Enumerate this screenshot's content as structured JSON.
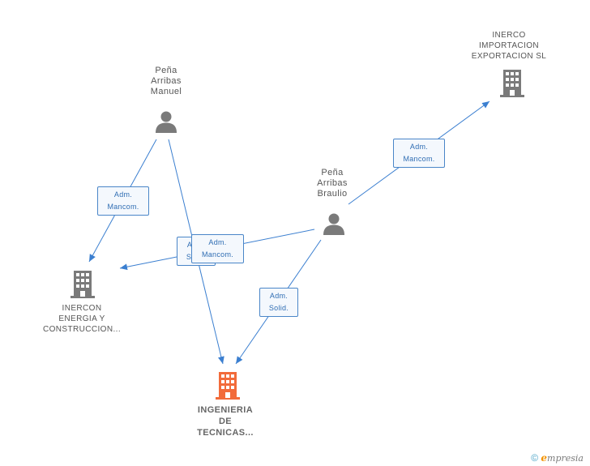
{
  "nodes": {
    "manuel": {
      "lines": [
        "Peña",
        "Arribas",
        "Manuel"
      ],
      "type": "person"
    },
    "braulio": {
      "lines": [
        "Peña",
        "Arribas",
        "Braulio"
      ],
      "type": "person"
    },
    "inerco_import": {
      "lines": [
        "INERCO",
        "IMPORTACION",
        "EXPORTACION SL"
      ],
      "type": "company"
    },
    "inercon": {
      "lines": [
        "INERCON",
        "ENERGIA Y",
        "CONSTRUCCION..."
      ],
      "type": "company"
    },
    "ingenieria": {
      "lines": [
        "INGENIERIA",
        "DE",
        "TECNICAS..."
      ],
      "type": "company-focus"
    }
  },
  "edges": [
    {
      "id": "manuel-inercon",
      "lines": [
        "Adm.",
        "Mancom."
      ]
    },
    {
      "id": "manuel-ingenieria",
      "lines": [
        "Adm.",
        "Solid."
      ]
    },
    {
      "id": "braulio-inercon",
      "lines": [
        "Adm.",
        "Mancom."
      ]
    },
    {
      "id": "braulio-ingenieria",
      "lines": [
        "Adm.",
        "Solid."
      ]
    },
    {
      "id": "braulio-inerco",
      "lines": [
        "Adm.",
        "Mancom."
      ]
    }
  ],
  "colors": {
    "edge": "#3b7fd0",
    "icon": "#7a7a7a",
    "focus": "#f26b3a"
  },
  "footer": {
    "copyright": "©",
    "brand_first": "e",
    "brand_rest": "mpresia"
  }
}
